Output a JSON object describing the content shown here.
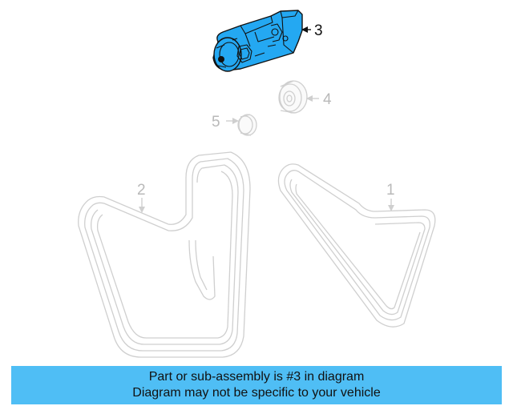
{
  "callouts": {
    "tensioner": "3",
    "idler_pulley": "4",
    "small_pulley": "5",
    "belt_left": "2",
    "belt_right": "1"
  },
  "banner": {
    "line1": "Part or sub-assembly is #3 in diagram",
    "line2": "Diagram may not be specific to your vehicle"
  },
  "colors": {
    "highlight": "#24a8f2",
    "banner_bg": "#4fbef5",
    "ghost_line": "#cfcfcf"
  }
}
